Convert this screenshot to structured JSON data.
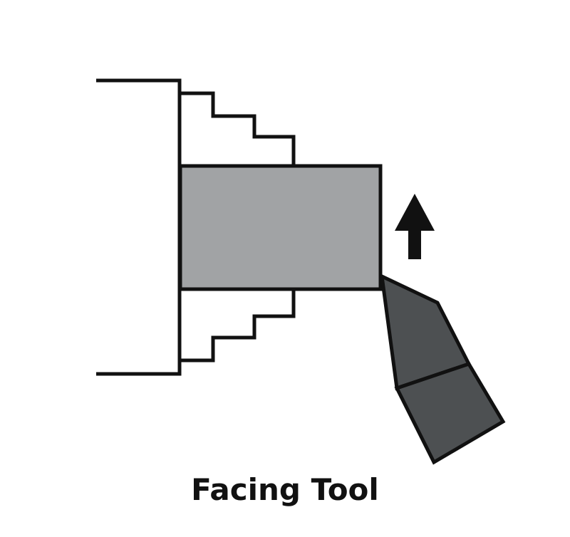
{
  "caption": "Facing Tool",
  "colors": {
    "outline": "#111111",
    "workpiece_fill": "#a1a3a5",
    "tool_fill": "#4d5052",
    "arrow_fill": "#111111",
    "background": "#ffffff"
  },
  "parts": {
    "chuck": "chuck",
    "jaws": [
      "upper-jaw",
      "lower-jaw"
    ],
    "workpiece": "workpiece",
    "tool": "facing-tool-bit",
    "feed_direction": "up"
  }
}
